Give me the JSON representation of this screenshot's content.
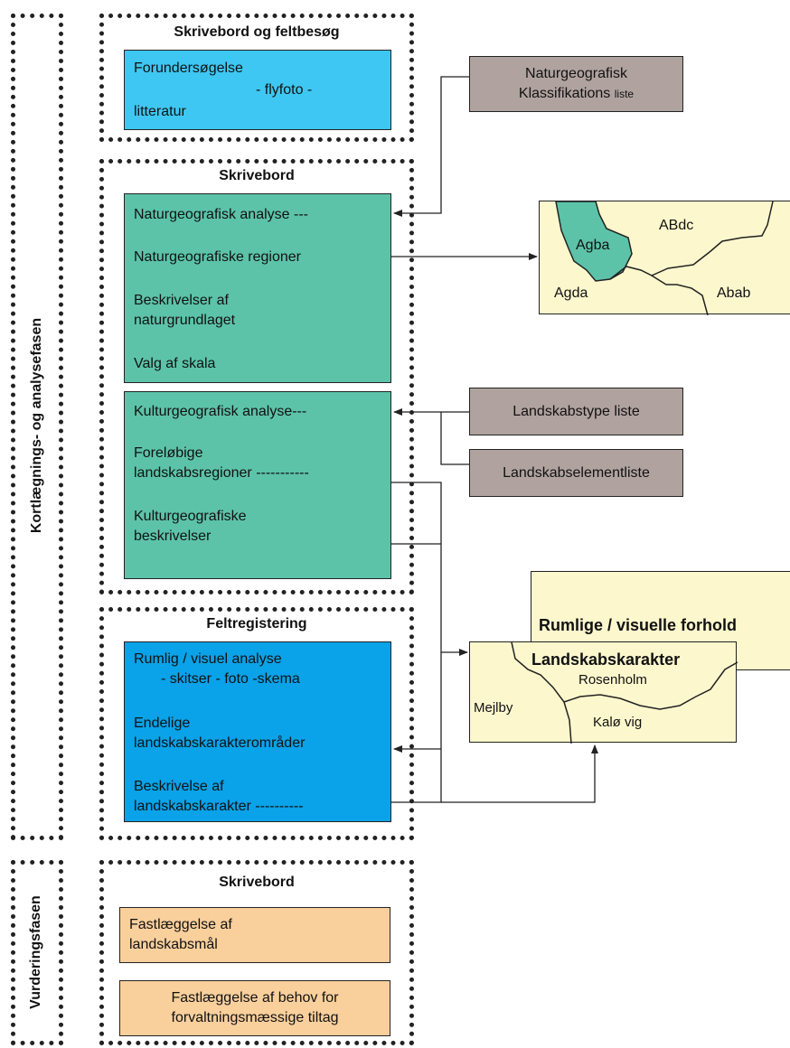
{
  "phases": {
    "mapping": "Kortlægnings- og analysefasen",
    "evaluation": "Vurderingsfasen"
  },
  "groups": {
    "g1_title": "Skrivebord og feltbesøg",
    "g2_title": "Skrivebord",
    "g3_title": "Feltregistering",
    "g4_title": "Skrivebord"
  },
  "forundersogelse": {
    "line1": "Forundersøgelse",
    "line2": "- flyfoto -",
    "line3": "litteratur"
  },
  "nature": {
    "analysis": "Naturgeografisk analyse ---",
    "regions": "Naturgeografiske regioner",
    "desc_line1": "Beskrivelser af",
    "desc_line2": "naturgrundlaget",
    "scale": "Valg af skala"
  },
  "culture": {
    "analysis": "Kulturgeografisk analyse---",
    "prelim_line1": "Foreløbige",
    "prelim_line2": "landskabsregioner -----------",
    "desc_line1": "Kulturgeografiske",
    "desc_line2": "beskrivelser"
  },
  "field": {
    "spatial_line1": "Rumlig / visuel analyse",
    "spatial_line2": "- skitser -  foto -skema",
    "final_line1": "Endelige",
    "final_line2": "landskabskarakterområder",
    "charac_line1": "Beskrivelse af",
    "charac_line2": "landskabskarakter ----------"
  },
  "evaluation": {
    "goals_line1": "Fastlæggelse af",
    "goals_line2": "landskabsmål",
    "needs_line1": "Fastlæggelse af behov for",
    "needs_line2": "forvaltningsmæssige tiltag"
  },
  "lists": {
    "nat_class_line1": "Naturgeografisk",
    "nat_class_line2": "Klassifikations",
    "nat_class_small": "liste",
    "landscape_type": "Landskabstype liste",
    "landscape_element": "Landskabselementliste"
  },
  "map1": {
    "agba": "Agba",
    "abdc": "ABdc",
    "agda": "Agda",
    "abab": "Abab"
  },
  "map2": {
    "back_title": "Rumlige / visuelle forhold",
    "title": "Landskabskarakter",
    "rosenholm": "Rosenholm",
    "mejlby": "Mejlby",
    "kalo": "Kalø vig"
  },
  "colors": {
    "forundersogelse": "#3ec7f2",
    "analysis": "#5cc3a9",
    "field": "#0aa2e8",
    "evaluation": "#f9cf9c",
    "lists": "#b0a39f",
    "maps": "#fdf7cd"
  }
}
